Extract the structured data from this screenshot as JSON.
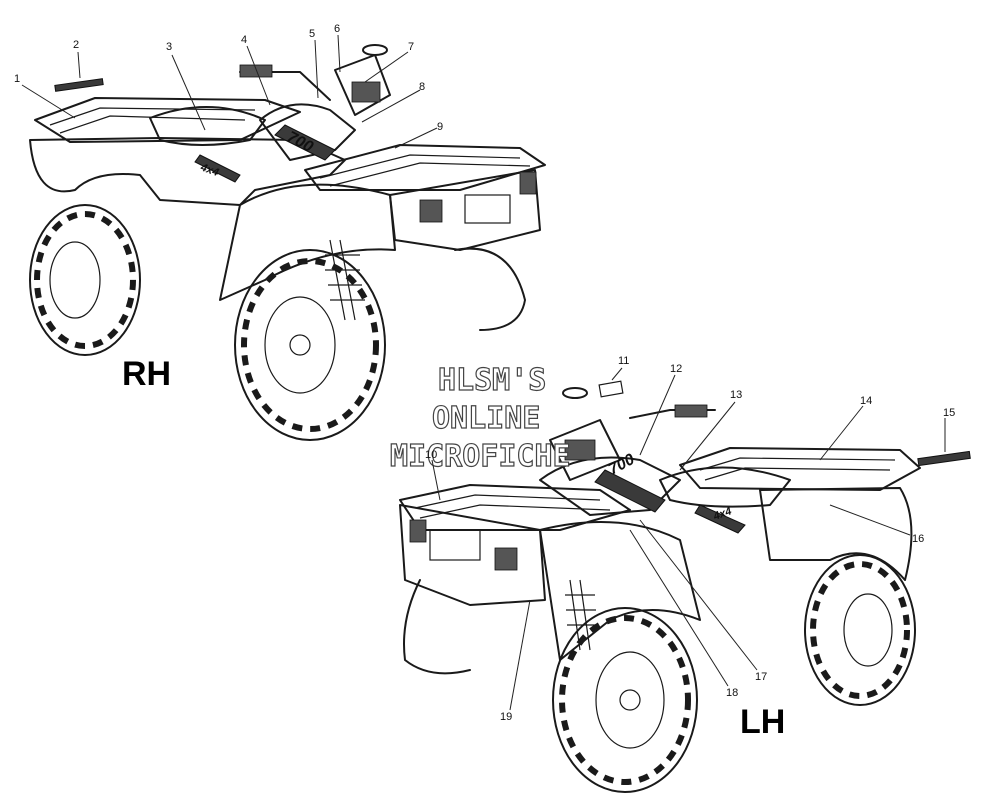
{
  "side_labels": {
    "right": "RH",
    "left": "LH"
  },
  "watermark": {
    "line1": "HLSM'S",
    "line2": "ONLINE",
    "line3": "MICROFICHE"
  },
  "model_badge": {
    "displacement": "700",
    "drive": "4x4"
  },
  "callouts": [
    "1",
    "2",
    "3",
    "4",
    "5",
    "6",
    "7",
    "8",
    "9",
    "10",
    "11",
    "12",
    "13",
    "14",
    "15",
    "16",
    "17",
    "18",
    "19"
  ],
  "colors": {
    "ink": "#1a1a1a",
    "background": "#ffffff",
    "decal": "#3a3a3a"
  }
}
